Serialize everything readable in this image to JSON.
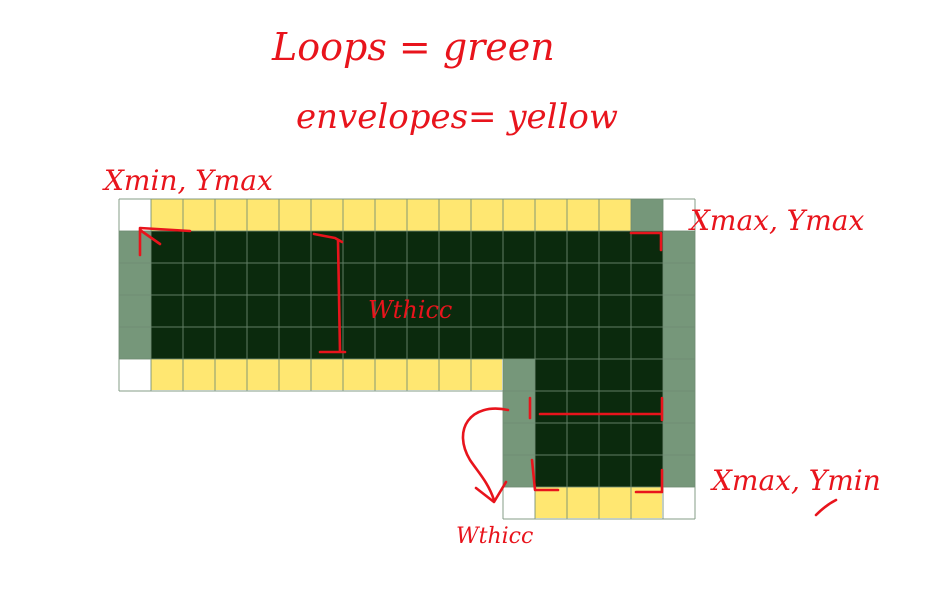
{
  "colors": {
    "loop": "#0b2a0d",
    "envelope": "#ffe771",
    "envelope_outside": "#76977a",
    "grid_line": "#6f8b73",
    "annotation": "#e8141c",
    "background": "#ffffff"
  },
  "legend": {
    "loops_line": "Loops = green",
    "envelopes_line": "envelopes= yellow"
  },
  "annotations": {
    "top_left_corner": "Xmin, Ymax",
    "top_right_corner": "Xmax, Ymax",
    "bottom_right_corner": "Xmax, Ymin",
    "thickness_vertical": "Wthicc",
    "thickness_horizontal": "Wthicc"
  }
}
